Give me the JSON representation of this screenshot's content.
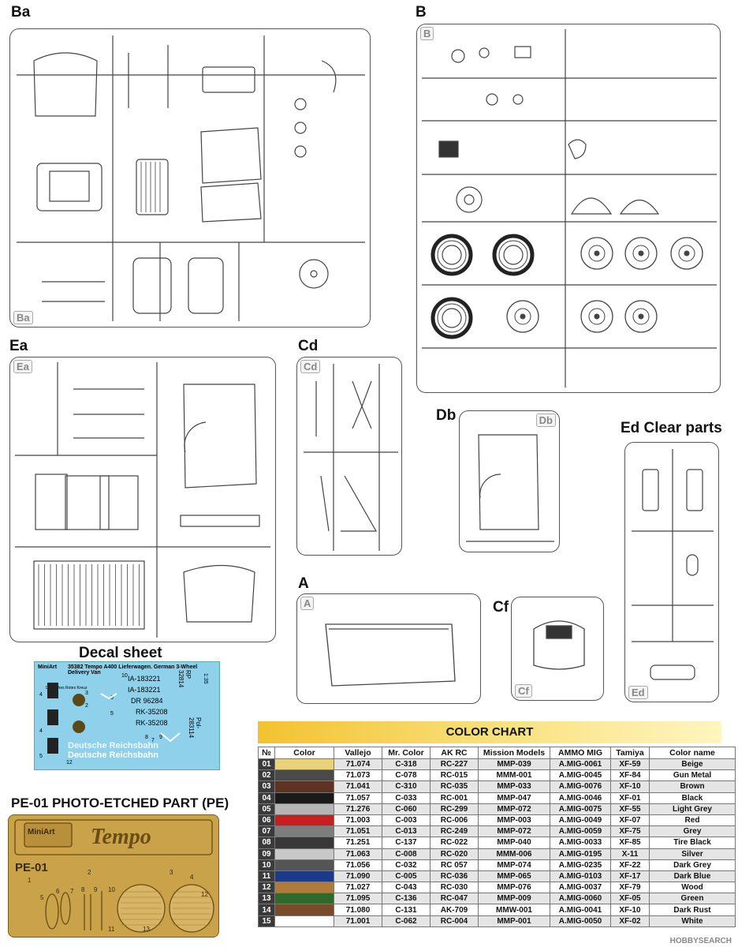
{
  "sections": {
    "ba": "Ba",
    "b": "B",
    "ea": "Ea",
    "cd": "Cd",
    "db": "Db",
    "ed": "Ed  Clear parts",
    "a": "A",
    "cf": "Cf",
    "decal": "Decal sheet",
    "pe": "PE-01  PHOTO-ETCHED PART (PE)"
  },
  "frame_labels": {
    "ba": "Ba",
    "b": "B",
    "ea": "Ea",
    "cd": "Cd",
    "db": "Db",
    "ed": "Ed",
    "a": "A",
    "cf": "Cf"
  },
  "decal": {
    "header": "35382 Tempo A400 Lieferwagen. German 3-Wheel Delivery Van",
    "brand": "MiniArt",
    "scale": "1:35",
    "plates": [
      "IA-183221",
      "IA-183221",
      "DR 96284",
      "RK-35208",
      "RK-35208"
    ],
    "rp": "RP 32814",
    "pol": "Pol-283114",
    "reichsbahn": "Deutsche Reichsbahn",
    "small": "Deutsches Rotes Kreuz",
    "numbers": [
      "10",
      "4",
      "3",
      "6",
      "2",
      "5",
      "8",
      "4",
      "7",
      "9",
      "5",
      "12"
    ]
  },
  "pe": {
    "brand": "MiniArt",
    "logo": "Tempo",
    "code": "PE-01",
    "numbers": [
      "1",
      "2",
      "3",
      "4",
      "5",
      "6",
      "7",
      "8",
      "9",
      "10",
      "11",
      "12",
      "13"
    ]
  },
  "color_chart": {
    "title": "COLOR CHART",
    "headers": [
      "№",
      "Color",
      "Vallejo",
      "Mr. Color",
      "AK RC",
      "Mission Models",
      "AMMO MIG",
      "Tamiya",
      "Color name"
    ],
    "rows": [
      {
        "n": "01",
        "hex": "#e9d27a",
        "vallejo": "71.074",
        "mr": "C-318",
        "ak": "RC-227",
        "mm": "MMP-039",
        "mig": "A.MIG-0061",
        "tam": "XF-59",
        "name": "Beige"
      },
      {
        "n": "02",
        "hex": "#4a4a4a",
        "vallejo": "71.073",
        "mr": "C-078",
        "ak": "RC-015",
        "mm": "MMM-001",
        "mig": "A.MIG-0045",
        "tam": "XF-84",
        "name": "Gun Metal"
      },
      {
        "n": "03",
        "hex": "#5e3322",
        "vallejo": "71.041",
        "mr": "C-310",
        "ak": "RC-035",
        "mm": "MMP-033",
        "mig": "A.MIG-0076",
        "tam": "XF-10",
        "name": "Brown"
      },
      {
        "n": "04",
        "hex": "#1a1a1a",
        "vallejo": "71.057",
        "mr": "C-033",
        "ak": "RC-001",
        "mm": "MMP-047",
        "mig": "A.MIG-0046",
        "tam": "XF-01",
        "name": "Black"
      },
      {
        "n": "05",
        "hex": "#b5b5b5",
        "vallejo": "71.276",
        "mr": "C-060",
        "ak": "RC-299",
        "mm": "MMP-072",
        "mig": "A.MIG-0075",
        "tam": "XF-55",
        "name": "Light Grey"
      },
      {
        "n": "06",
        "hex": "#c81e1e",
        "vallejo": "71.003",
        "mr": "C-003",
        "ak": "RC-006",
        "mm": "MMP-003",
        "mig": "A.MIG-0049",
        "tam": "XF-07",
        "name": "Red"
      },
      {
        "n": "07",
        "hex": "#7d7d7d",
        "vallejo": "71.051",
        "mr": "C-013",
        "ak": "RC-249",
        "mm": "MMP-072",
        "mig": "A.MIG-0059",
        "tam": "XF-75",
        "name": "Grey"
      },
      {
        "n": "08",
        "hex": "#383838",
        "vallejo": "71.251",
        "mr": "C-137",
        "ak": "RC-022",
        "mm": "MMP-040",
        "mig": "A.MIG-0033",
        "tam": "XF-85",
        "name": "Tire Black"
      },
      {
        "n": "09",
        "hex": "#c8c8c8",
        "vallejo": "71.063",
        "mr": "C-008",
        "ak": "RC-020",
        "mm": "MMM-006",
        "mig": "A.MIG-0195",
        "tam": "X-11",
        "name": "Silver"
      },
      {
        "n": "10",
        "hex": "#555555",
        "vallejo": "71.056",
        "mr": "C-032",
        "ak": "RC 057",
        "mm": "MMP-074",
        "mig": "A.MIG-0235",
        "tam": "XF-22",
        "name": "Dark Grey"
      },
      {
        "n": "11",
        "hex": "#1c3a8c",
        "vallejo": "71.090",
        "mr": "C-005",
        "ak": "RC-036",
        "mm": "MMP-065",
        "mig": "A.MIG-0103",
        "tam": "XF-17",
        "name": "Dark Blue"
      },
      {
        "n": "12",
        "hex": "#b07a3a",
        "vallejo": "71.027",
        "mr": "C-043",
        "ak": "RC-030",
        "mm": "MMP-076",
        "mig": "A.MIG-0037",
        "tam": "XF-79",
        "name": "Wood"
      },
      {
        "n": "13",
        "hex": "#2f6a2a",
        "vallejo": "71.095",
        "mr": "C-136",
        "ak": "RC-047",
        "mm": "MMP-009",
        "mig": "A.MIG-0060",
        "tam": "XF-05",
        "name": "Green"
      },
      {
        "n": "14",
        "hex": "#7a4a2a",
        "vallejo": "71.080",
        "mr": "C-131",
        "ak": "AK-709",
        "mm": "MMW-001",
        "mig": "A.MIG-0041",
        "tam": "XF-10",
        "name": "Dark Rust"
      },
      {
        "n": "15",
        "hex": "#ffffff",
        "vallejo": "71.001",
        "mr": "C-062",
        "ak": "RC-004",
        "mm": "MMP-001",
        "mig": "A.MIG-0050",
        "tam": "XF-02",
        "name": "White"
      }
    ]
  },
  "watermark": "HOBBYSEARCH",
  "colors": {
    "tire": "#222222",
    "pe_gold": "#c9a24a",
    "decal_blue": "#8fd0ea"
  }
}
